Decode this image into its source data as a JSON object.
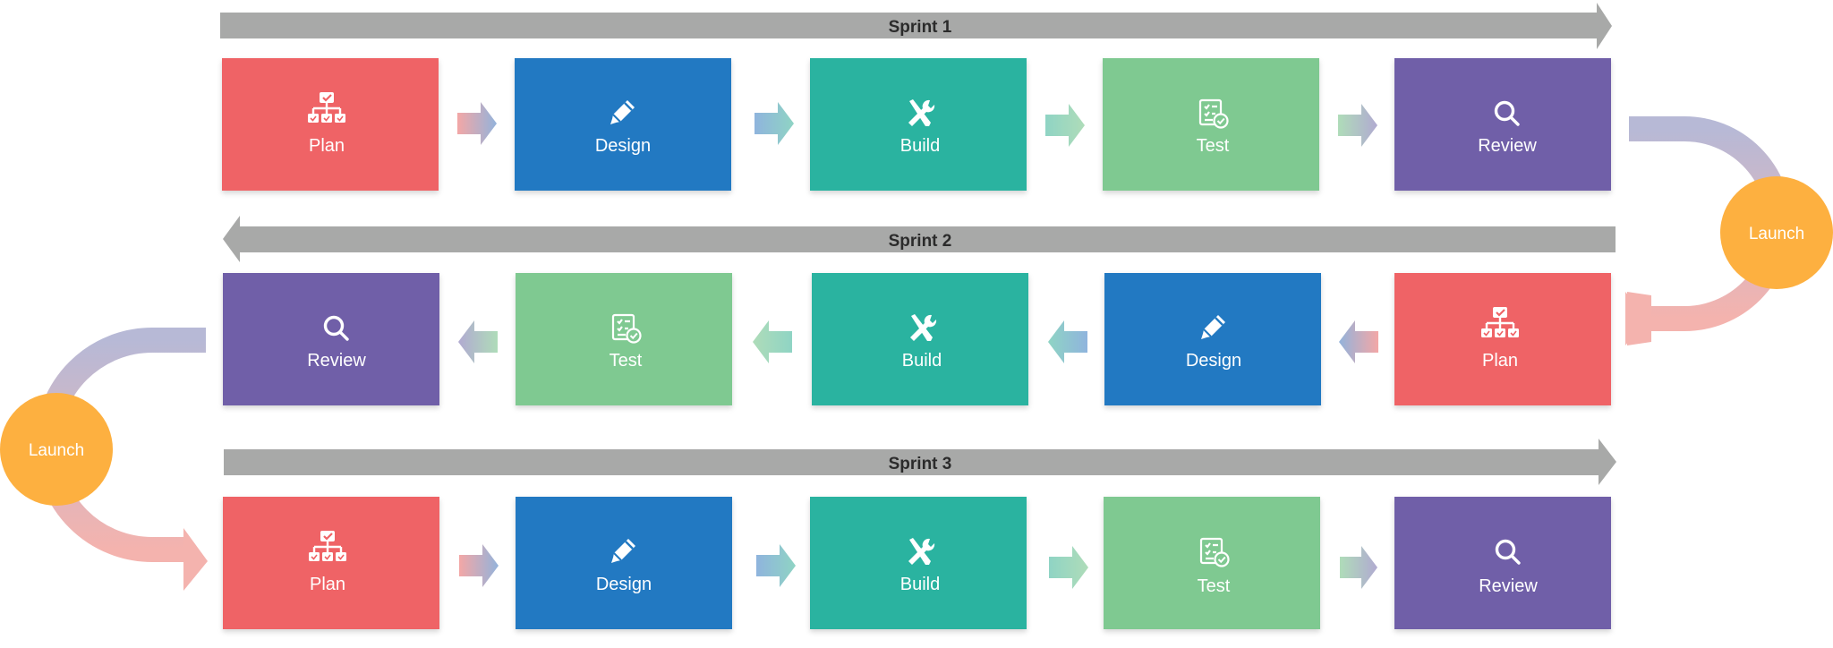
{
  "colors": {
    "plan": "#ef6366",
    "design": "#2179c2",
    "build": "#2ab3a0",
    "test": "#7fc991",
    "review": "#705fa8",
    "launch": "#fdb040",
    "sprint_bar": "#a8a9a8"
  },
  "steps": {
    "plan": {
      "label": "Plan",
      "icon": "sitemap-icon"
    },
    "design": {
      "label": "Design",
      "icon": "pencil-icon"
    },
    "build": {
      "label": "Build",
      "icon": "wrench-screwdriver-icon"
    },
    "test": {
      "label": "Test",
      "icon": "checklist-icon"
    },
    "review": {
      "label": "Review",
      "icon": "magnifier-icon"
    }
  },
  "sprints": [
    {
      "label": "Sprint 1",
      "direction": "right",
      "order": [
        "plan",
        "design",
        "build",
        "test",
        "review"
      ]
    },
    {
      "label": "Sprint 2",
      "direction": "left",
      "order": [
        "review",
        "test",
        "build",
        "design",
        "plan"
      ]
    },
    {
      "label": "Sprint 3",
      "direction": "right",
      "order": [
        "plan",
        "design",
        "build",
        "test",
        "review"
      ]
    }
  ],
  "launches": [
    {
      "label": "Launch",
      "side": "right"
    },
    {
      "label": "Launch",
      "side": "left"
    }
  ]
}
